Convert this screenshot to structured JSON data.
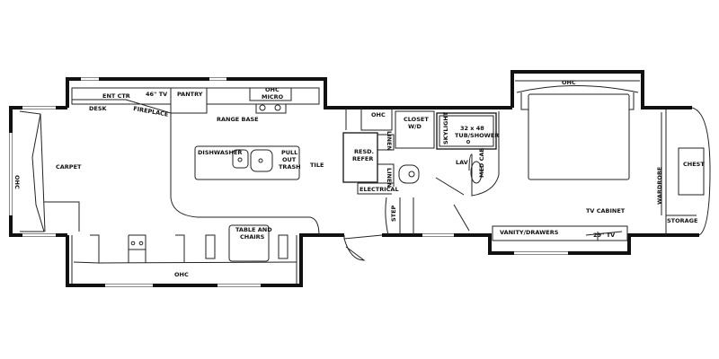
{
  "labels": {
    "ent_ctr": "ENT CTR",
    "tv_46": "46\" TV",
    "pantry": "PANTRY",
    "ohc_micro_1": "OHC",
    "ohc_micro_2": "MICRO",
    "desk": "DESK",
    "fireplace": "FIREPLACE",
    "range_base": "RANGE BASE",
    "dishwasher": "DISHWASHER",
    "pull_out_trash_1": "PULL",
    "pull_out_trash_2": "OUT",
    "pull_out_trash_3": "TRASH",
    "tile": "TILE",
    "carpet": "CARPET",
    "ohc_rear": "OHC",
    "table_chairs_1": "TABLE AND",
    "table_chairs_2": "CHAIRS",
    "ohc_bottom": "OHC",
    "ohc_hall": "OHC",
    "closet_1": "CLOSET",
    "closet_2": "W/D",
    "skylight": "SKYLIGHT",
    "tub_1": "32 x 48",
    "tub_2": "TUB/SHOWER",
    "refer_1": "RESD.",
    "refer_2": "REFER",
    "linen_1": "LINEN",
    "linen_2": "LINEN",
    "lav": "LAV",
    "med_cab": "MED CAB",
    "electrical": "ELECTRICAL",
    "step": "STEP",
    "ohc_bedroom": "OHC",
    "chest": "CHEST",
    "wardrobe": "WARDROBE",
    "tv_cabinet": "TV CABINET",
    "storage": "STORAGE",
    "vanity": "VANITY/DRAWERS",
    "tv_29": "29\" TV"
  }
}
